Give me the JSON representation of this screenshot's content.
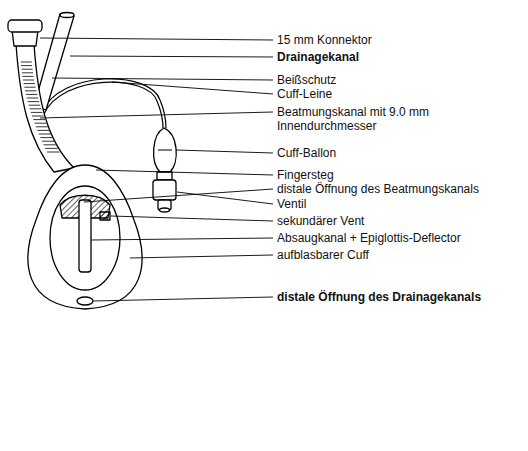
{
  "diagram": {
    "labels": [
      "15 mm Konnektor",
      "Drainagekanal",
      "Beißschutz",
      "Cuff-Leine",
      "Beatmungskanal mit 9.0 mm Innendurchmesser",
      "Cuff-Ballon",
      "Fingersteg",
      "distale Öffnung des Beatmungskanals",
      "Ventil",
      "sekundärer Vent",
      "Absaugkanal + Epiglottis-Deflector",
      "aufblasbarer Cuff",
      "distale Öffnung des Drainagekanals"
    ]
  }
}
